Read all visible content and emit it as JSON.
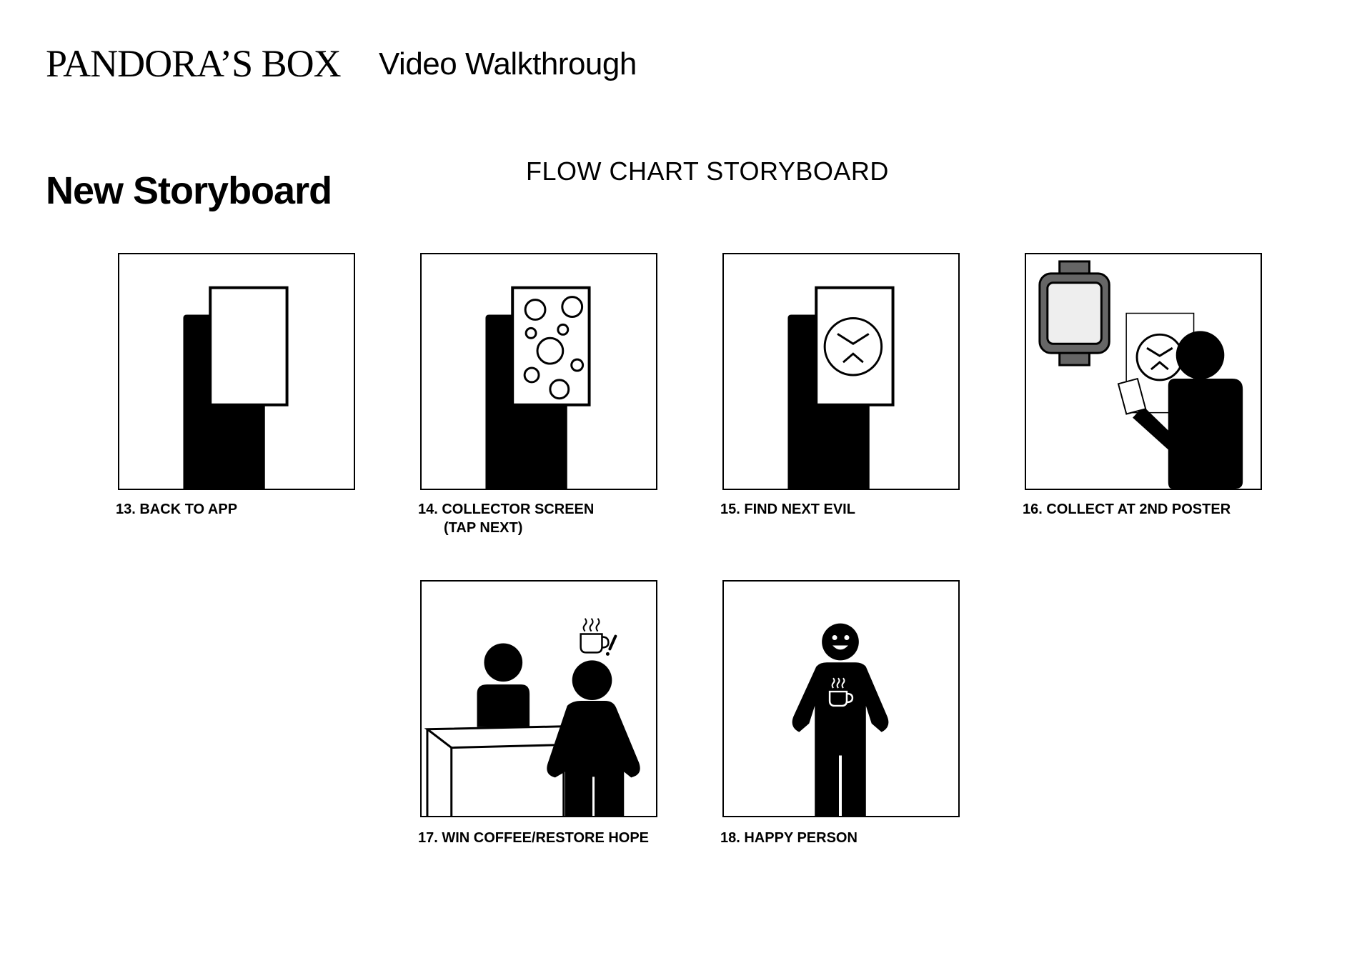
{
  "header": {
    "brand": "PANDORA’S BOX",
    "subtitle": "Video Walkthrough"
  },
  "page_title": "New Storyboard",
  "board_title": "FLOW CHART STORYBOARD",
  "panels": [
    {
      "caption": "13. BACK TO APP",
      "caption_line2": ""
    },
    {
      "caption": "14. COLLECTOR SCREEN",
      "caption_line2": "(TAP NEXT)"
    },
    {
      "caption": "15. FIND NEXT EVIL",
      "caption_line2": ""
    },
    {
      "caption": "16. COLLECT AT 2ND POSTER",
      "caption_line2": ""
    },
    {
      "caption": "17. WIN COFFEE/RESTORE HOPE",
      "caption_line2": ""
    },
    {
      "caption": "18. HAPPY PERSON",
      "caption_line2": ""
    }
  ],
  "icons": {
    "panel13": [
      "phone-icon",
      "screen-icon"
    ],
    "panel14": [
      "phone-icon",
      "bubbles-screen-icon"
    ],
    "panel15": [
      "phone-icon",
      "evil-face-icon"
    ],
    "panel16": [
      "watch-icon",
      "poster-icon",
      "person-icon"
    ],
    "panel17": [
      "counter-icon",
      "barista-icon",
      "person-icon",
      "coffee-icon"
    ],
    "panel18": [
      "happy-person-icon",
      "coffee-icon"
    ]
  },
  "colors": {
    "ink": "#000000",
    "paper": "#ffffff",
    "watch": "#666666",
    "watch_face": "#eeeeee"
  }
}
